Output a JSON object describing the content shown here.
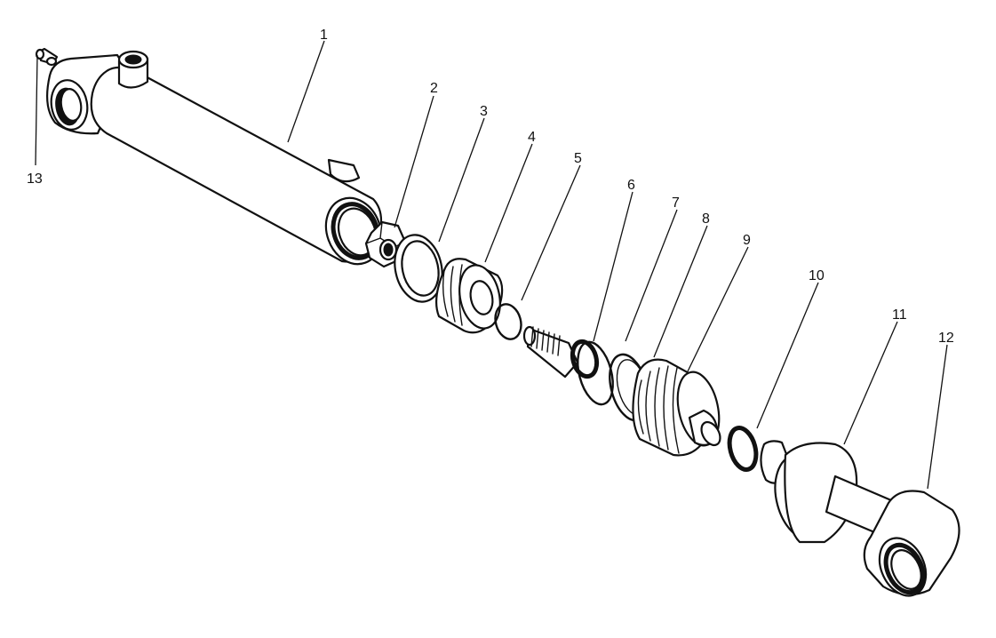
{
  "callouts": [
    {
      "id": "1",
      "label": "1"
    },
    {
      "id": "2",
      "label": "2"
    },
    {
      "id": "3",
      "label": "3"
    },
    {
      "id": "4",
      "label": "4"
    },
    {
      "id": "5",
      "label": "5"
    },
    {
      "id": "6",
      "label": "6"
    },
    {
      "id": "7",
      "label": "7"
    },
    {
      "id": "8",
      "label": "8"
    },
    {
      "id": "9",
      "label": "9"
    },
    {
      "id": "10",
      "label": "10"
    },
    {
      "id": "11",
      "label": "11"
    },
    {
      "id": "12",
      "label": "12"
    },
    {
      "id": "13",
      "label": "13"
    }
  ],
  "colors": {
    "line": "#111111",
    "background": "#ffffff"
  }
}
